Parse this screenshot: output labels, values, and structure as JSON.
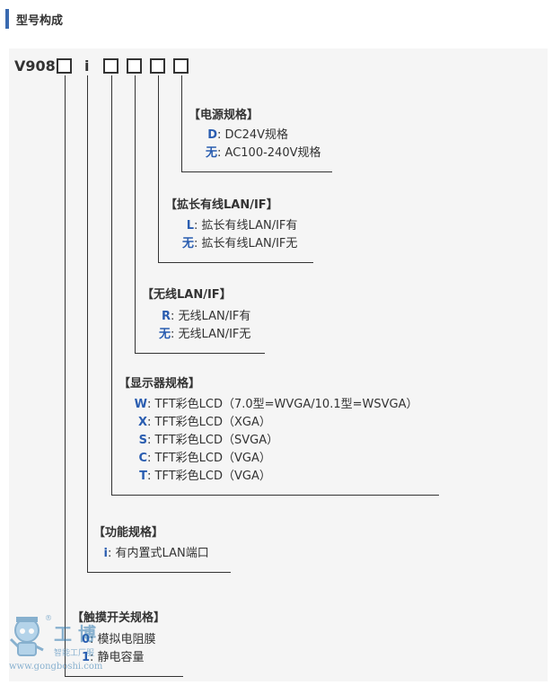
{
  "header": {
    "title": "型号构成"
  },
  "model": {
    "prefix": "V908",
    "i_char": "i"
  },
  "sections": {
    "power": {
      "title": "【电源规格】",
      "items": [
        {
          "code": "D",
          "sep": ":",
          "desc": "DC24V规格"
        },
        {
          "code": "无",
          "sep": ":",
          "desc": "AC100-240V规格"
        }
      ]
    },
    "lan_if": {
      "title": "【拡长有线LAN/IF】",
      "items": [
        {
          "code": "L",
          "sep": ":",
          "desc": "拡长有线LAN/IF有"
        },
        {
          "code": "无",
          "sep": ":",
          "desc": "拡长有线LAN/IF无"
        }
      ]
    },
    "wireless": {
      "title": "【无线LAN/IF】",
      "items": [
        {
          "code": "R",
          "sep": ":",
          "desc": "无线LAN/IF有"
        },
        {
          "code": "无",
          "sep": ":",
          "desc": "无线LAN/IF无"
        }
      ]
    },
    "display": {
      "title": "【显示器规格】",
      "items": [
        {
          "code": "W",
          "sep": ":",
          "desc": "TFT彩色LCD（7.0型=WVGA/10.1型=WSVGA）"
        },
        {
          "code": "X",
          "sep": ":",
          "desc": "TFT彩色LCD（XGA）"
        },
        {
          "code": "S",
          "sep": ":",
          "desc": "TFT彩色LCD（SVGA）"
        },
        {
          "code": "C",
          "sep": ":",
          "desc": "TFT彩色LCD（VGA）"
        },
        {
          "code": "T",
          "sep": ":",
          "desc": "TFT彩色LCD（VGA）"
        }
      ]
    },
    "function": {
      "title": "【功能规格】",
      "items": [
        {
          "code": "i",
          "sep": ":",
          "desc": "有内置式LAN端口"
        }
      ]
    },
    "touch": {
      "title": "【触摸开关规格】",
      "items": [
        {
          "code": "0",
          "sep": ":",
          "desc": "模拟电阻膜"
        },
        {
          "code": "1",
          "sep": ":",
          "desc": "静电容量"
        }
      ]
    }
  },
  "watermark": {
    "brand": "工 博",
    "sub": "智能工厂服",
    "url": "www.gongboshi.com",
    "reg": "®"
  },
  "colors": {
    "accent": "#2a5db0",
    "header_bar": "#3a6ab0",
    "panel": "#f5f5f5",
    "line": "#333333"
  }
}
